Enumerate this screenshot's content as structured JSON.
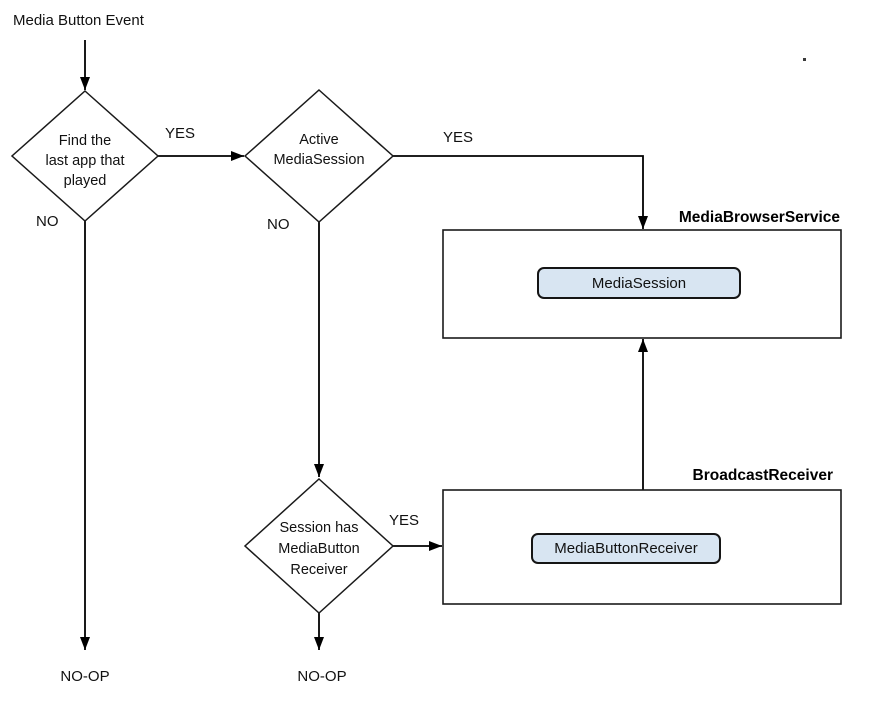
{
  "flowchart": {
    "start_label": "Media Button Event",
    "decisions": {
      "find_last_app": {
        "label": "Find the\nlast app that\nplayed",
        "yes": "YES",
        "no": "NO"
      },
      "active_media_session": {
        "label": "Active\nMediaSession",
        "yes": "YES",
        "no": "NO"
      },
      "session_has_receiver": {
        "label": "Session has\nMediaButton\nReceiver",
        "yes": "YES"
      }
    },
    "containers": {
      "media_browser_service": {
        "title": "MediaBrowserService",
        "component": "MediaSession"
      },
      "broadcast_receiver": {
        "title": "BroadcastReceiver",
        "component": "MediaButtonReceiver"
      }
    },
    "terminals": {
      "noop_left": "NO-OP",
      "noop_right": "NO-OP"
    },
    "colors": {
      "component_fill": "#d8e5f2",
      "line": "#000000",
      "background": "#ffffff"
    }
  }
}
